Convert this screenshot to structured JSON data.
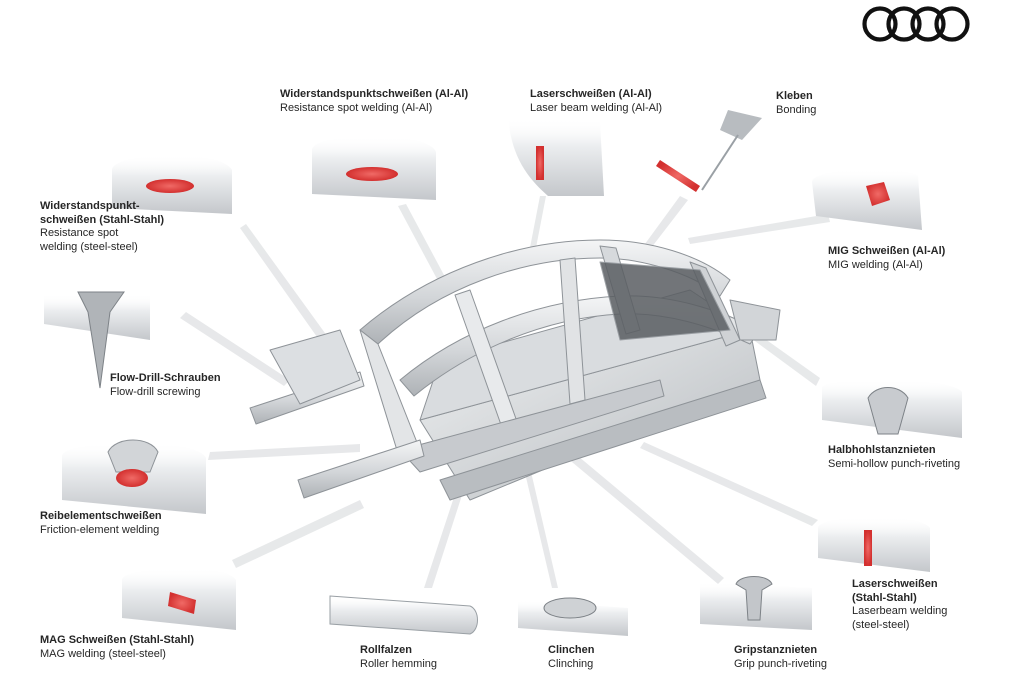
{
  "brand": {
    "logo": "four-rings-logo"
  },
  "callouts": [
    {
      "id": "resistance-spot-alal",
      "title": "Widerstandspunktschweißen (Al-Al)",
      "subtitle": "Resistance spot welding (Al-Al)"
    },
    {
      "id": "laser-alal",
      "title": "Laserschweißen (Al-Al)",
      "subtitle": "Laser beam welding (Al-Al)"
    },
    {
      "id": "bonding",
      "title": "Kleben",
      "subtitle": "Bonding"
    },
    {
      "id": "resistance-spot-steel",
      "title": "Widerstandspunkt-\nschweißen (Stahl-Stahl)",
      "subtitle": "Resistance spot\nwelding (steel-steel)"
    },
    {
      "id": "mig",
      "title": "MIG Schweißen (Al-Al)",
      "subtitle": "MIG welding (Al-Al)"
    },
    {
      "id": "flow-drill",
      "title": "Flow-Drill-Schrauben",
      "subtitle": "Flow-drill screwing"
    },
    {
      "id": "semi-hollow",
      "title": "Halbhohlstanznieten",
      "subtitle": "Semi-hollow punch-riveting"
    },
    {
      "id": "friction-element",
      "title": "Reibelementschweißen",
      "subtitle": "Friction-element welding"
    },
    {
      "id": "laser-steel",
      "title": "Laserschweißen\n(Stahl-Stahl)",
      "subtitle": "Laserbeam welding\n(steel-steel)"
    },
    {
      "id": "mag",
      "title": "MAG Schweißen (Stahl-Stahl)",
      "subtitle": "MAG welding (steel-steel)"
    },
    {
      "id": "roller-hemming",
      "title": "Rollfalzen",
      "subtitle": "Roller hemming"
    },
    {
      "id": "clinching",
      "title": "Clinchen",
      "subtitle": "Clinching"
    },
    {
      "id": "grip-punch",
      "title": "Gripstanznieten",
      "subtitle": "Grip punch-riveting"
    }
  ],
  "colors": {
    "highlight": "#e0403f",
    "metal": "#c9ccd0",
    "text": "#262626"
  }
}
